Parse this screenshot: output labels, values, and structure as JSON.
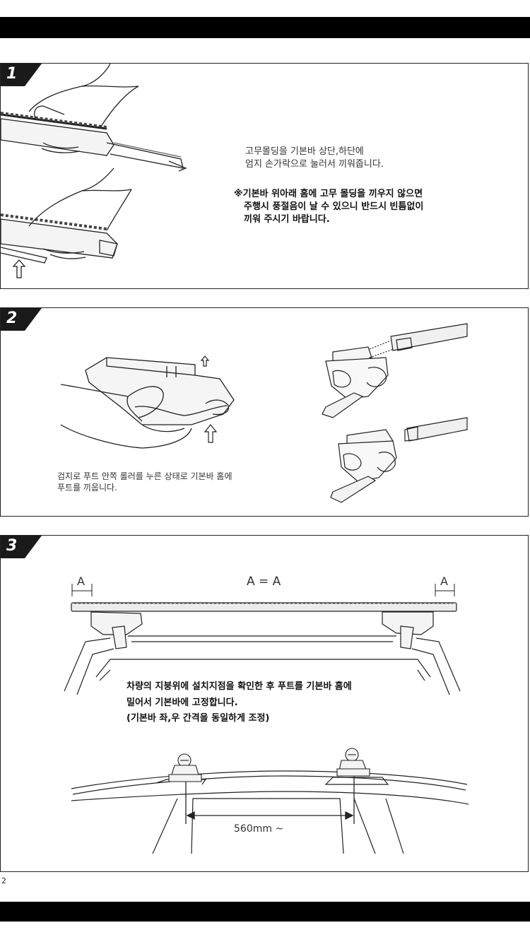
{
  "steps": [
    {
      "number": "1",
      "instruction": [
        "고무몰딩을 기본바 상단,하단에",
        "엄지 손가락으로 눌러서 끼워줍니다."
      ],
      "warning": [
        "※기본바 위아래 홈에 고무 몰딩을 끼우지 않으면",
        "주행시 풍절음이 날 수 있으니 반드시  빈틈없이",
        "끼워 주시기 바랍니다."
      ]
    },
    {
      "number": "2",
      "instruction": [
        "검지로 푸트 안쪽 롤러를 누른 상태로 기본바 홈에",
        "푸트를 끼웁니다."
      ]
    },
    {
      "number": "3",
      "label_a_left": "A",
      "label_equation": "A = A",
      "label_a_right": "A",
      "instruction": [
        "차량의 지붕위에 설치지점을 확인한 후 푸트를 기본바 홈에",
        "밀어서 기본바에 고정합니다.",
        "(기본바 좌,우 간격을 동일하게 조정)"
      ],
      "distance_label": "560mm ~"
    }
  ],
  "page_number": "2"
}
